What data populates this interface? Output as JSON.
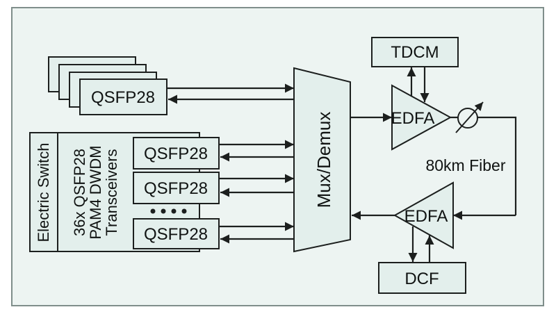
{
  "theme": {
    "page-bg": "#ffffff",
    "canvas-bg": "#edf4f2",
    "box-fill": "#e3efec",
    "line-color": "#1c1f1e",
    "frame-color": "#7f8e8b",
    "text-color": "#101312"
  },
  "diagram": {
    "transmitter": {
      "qsfp_stack_label": "QSFP28",
      "electric_switch_label": "Electric Switch",
      "transceiver_lines": [
        "36x QSFP28",
        "PAM4 DWDM",
        "Transceivers"
      ],
      "qsfp_row1_label": "QSFP28",
      "qsfp_row2_label": "QSFP28",
      "qsfp_row3_label": "QSFP28"
    },
    "mux": {
      "label": "Mux/Demux"
    },
    "link": {
      "tdcm_label": "TDCM",
      "edfa_out_label": "EDFA",
      "fiber_label": "80km Fiber",
      "edfa_in_label": "EDFA",
      "dcf_label": "DCF"
    }
  }
}
